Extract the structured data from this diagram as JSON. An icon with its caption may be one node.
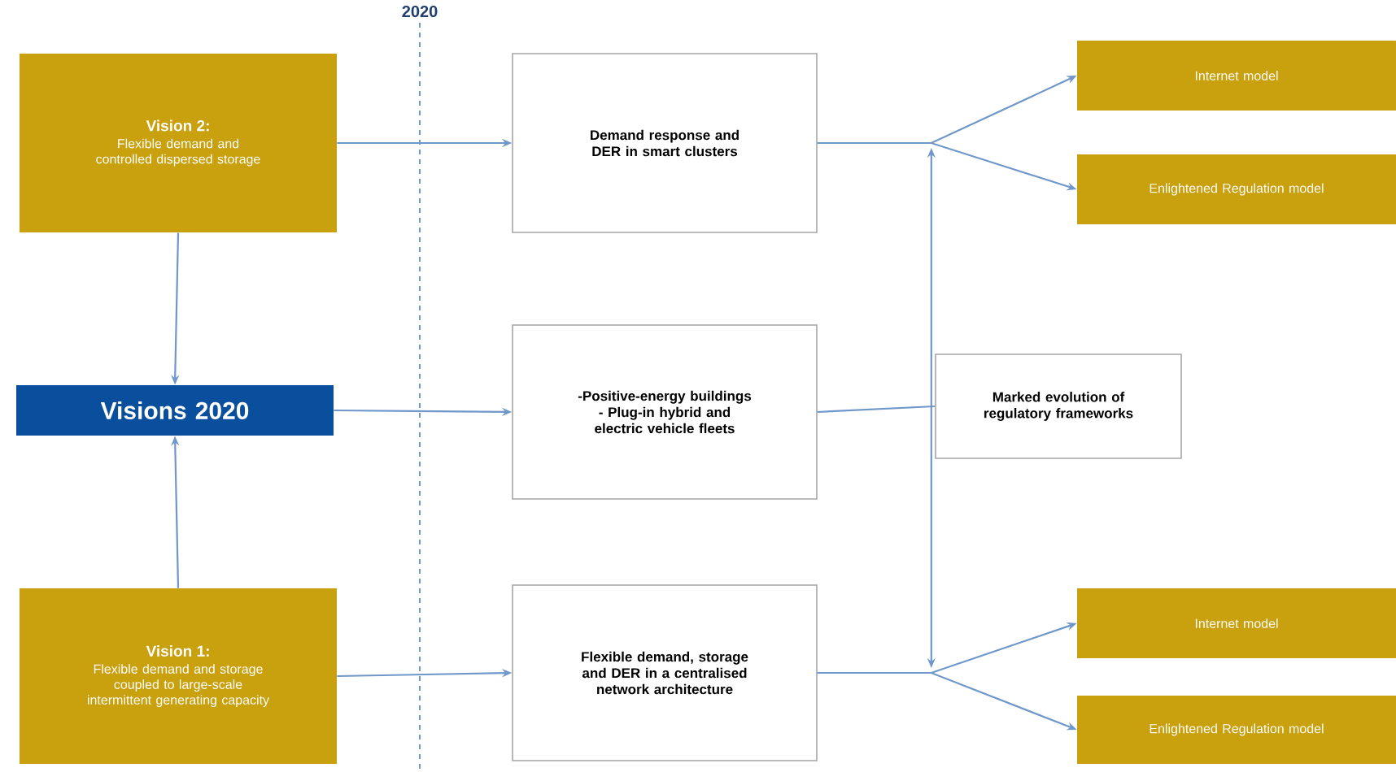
{
  "diagram": {
    "nodes": [
      {
        "text": [
          "Vision 2:",
          "Flexible demand and controlled dispersed storage"
        ]
      },
      {
        "text": [
          "Visions 2020"
        ]
      },
      {
        "text": [
          "Vision 1:",
          "Flexible demand and storage coupled to large-scale intermittent generating capacity"
        ]
      },
      {
        "text": [
          "Demand response and DER in smart clusters"
        ]
      },
      {
        "text": [
          "-Positive-energy buildings - Plug-in hybrid and electric vehicle fleets"
        ]
      },
      {
        "text": [
          "Flexible demand, storage and DER in a centralised network architecture"
        ]
      },
      {
        "text": [
          "Marked evolution of regulatory frameworks"
        ]
      },
      {
        "text": [
          "Internet model"
        ]
      },
      {
        "text": [
          "Enlightened Regulation model"
        ]
      },
      {
        "text": [
          "Internet model"
        ]
      },
      {
        "text": [
          "Enlightened Regulation model"
        ]
      }
    ],
    "edges": [
      {
        "from": 0,
        "to": 1,
        "arrow": "to"
      },
      {
        "from": 2,
        "to": 1,
        "arrow": "to"
      },
      {
        "from": 0,
        "to": 3,
        "arrow": "to"
      },
      {
        "from": 1,
        "to": 4,
        "arrow": "to"
      },
      {
        "from": 2,
        "to": 5,
        "arrow": "to"
      },
      {
        "from": 3,
        "to": 7,
        "arrow": "to"
      },
      {
        "from": 3,
        "to": 8,
        "arrow": "to"
      },
      {
        "from": 4,
        "to": 6,
        "arrow": "none"
      },
      {
        "from": 3,
        "to": 5,
        "arrow": "both"
      },
      {
        "from": 5,
        "to": 9,
        "arrow": "to"
      },
      {
        "from": 5,
        "to": 10,
        "arrow": "to"
      }
    ],
    "labels": [
      "2020"
    ]
  }
}
